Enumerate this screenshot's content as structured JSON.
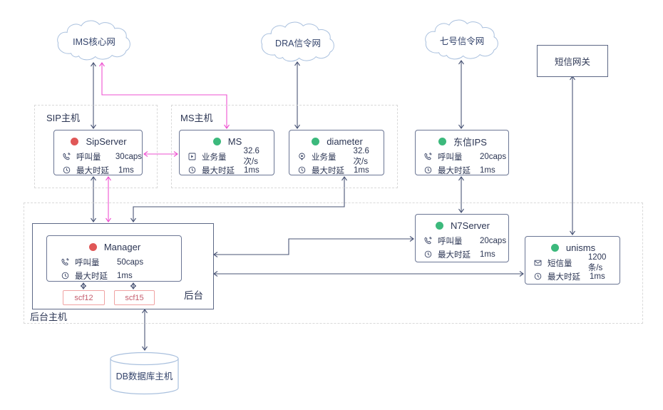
{
  "diagram": {
    "clouds": [
      {
        "label": "IMS核心网"
      },
      {
        "label": "DRA信令网"
      },
      {
        "label": "七号信令网"
      }
    ],
    "gateway": {
      "label": "短信网关"
    },
    "groups": {
      "sip_host": {
        "label": "SIP主机"
      },
      "ms_host": {
        "label": "MS主机"
      },
      "backend_host": {
        "label": "后台主机"
      },
      "backend": {
        "label": "后台"
      }
    },
    "nodes": [
      {
        "title": "SipServer",
        "status": "#e05757",
        "metrics": [
          {
            "icon": "call-icon",
            "label": "呼叫量",
            "value": "30caps"
          },
          {
            "icon": "clock-icon",
            "label": "最大时延",
            "value": "1ms"
          }
        ]
      },
      {
        "title": "MS",
        "status": "#3cb97c",
        "metrics": [
          {
            "icon": "play-icon",
            "label": "业务量",
            "value": "32.6次/s"
          },
          {
            "icon": "clock-icon",
            "label": "最大时延",
            "value": "1ms"
          }
        ]
      },
      {
        "title": "diameter",
        "status": "#3cb97c",
        "metrics": [
          {
            "icon": "pin-icon",
            "label": "业务量",
            "value": "32.6次/s"
          },
          {
            "icon": "clock-icon",
            "label": "最大时延",
            "value": "1ms"
          }
        ]
      },
      {
        "title": "东信IPS",
        "status": "#3cb97c",
        "metrics": [
          {
            "icon": "call-icon",
            "label": "呼叫量",
            "value": "20caps"
          },
          {
            "icon": "clock-icon",
            "label": "最大时延",
            "value": "1ms"
          }
        ]
      },
      {
        "title": "N7Server",
        "status": "#3cb97c",
        "metrics": [
          {
            "icon": "call-icon",
            "label": "呼叫量",
            "value": "20caps"
          },
          {
            "icon": "clock-icon",
            "label": "最大时延",
            "value": "1ms"
          }
        ]
      },
      {
        "title": "unisms",
        "status": "#3cb97c",
        "metrics": [
          {
            "icon": "mail-icon",
            "label": "短信量",
            "value": "1200条/s"
          },
          {
            "icon": "clock-icon",
            "label": "最大时延",
            "value": "1ms"
          }
        ]
      },
      {
        "title": "Manager",
        "status": "#e05757",
        "metrics": [
          {
            "icon": "call-icon",
            "label": "呼叫量",
            "value": "50caps"
          },
          {
            "icon": "clock-icon",
            "label": "最大时延",
            "value": "1ms"
          }
        ]
      }
    ],
    "scf": [
      {
        "label": "scf12"
      },
      {
        "label": "scf15"
      }
    ],
    "database": {
      "label": "DB数据库主机"
    },
    "colors": {
      "line": "#4a5576",
      "pink_line": "#ee52d0",
      "node_border": "#6b7694",
      "cloud_stroke": "#a9c0de",
      "dashed_border": "#d9d9d9",
      "scf_border": "#f0a3a3",
      "scf_text": "#c45d6d",
      "text": "#2b3553",
      "status_red": "#e05757",
      "status_green": "#3cb97c"
    }
  }
}
